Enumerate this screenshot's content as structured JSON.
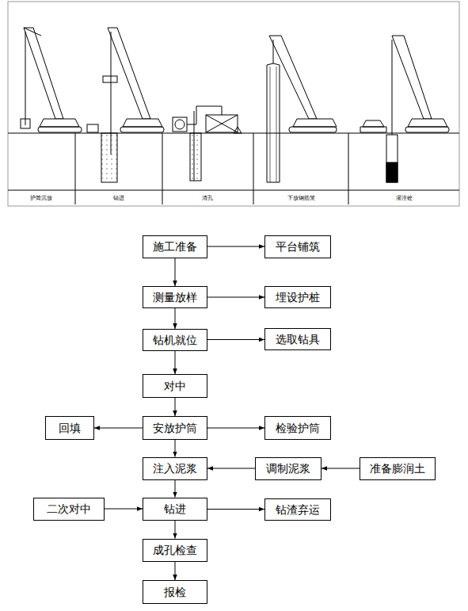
{
  "diagram": {
    "nodes": [
      {
        "text": [
          "施工准备"
        ]
      },
      {
        "text": [
          "平台铺筑"
        ]
      },
      {
        "text": [
          "测量放样"
        ]
      },
      {
        "text": [
          "埋设护桩"
        ]
      },
      {
        "text": [
          "钻机就位"
        ]
      },
      {
        "text": [
          "选取钻具"
        ]
      },
      {
        "text": [
          "对中"
        ]
      },
      {
        "text": [
          "回填"
        ]
      },
      {
        "text": [
          "安放护筒"
        ]
      },
      {
        "text": [
          "检验护筒"
        ]
      },
      {
        "text": [
          "注入泥浆"
        ]
      },
      {
        "text": [
          "调制泥浆"
        ]
      },
      {
        "text": [
          "准备膨润土"
        ]
      },
      {
        "text": [
          "二次对中"
        ]
      },
      {
        "text": [
          "钻进"
        ]
      },
      {
        "text": [
          "钻渣弃运"
        ]
      },
      {
        "text": [
          "成孔检查"
        ]
      },
      {
        "text": [
          "报检"
        ]
      }
    ],
    "edges": [
      {
        "from": 0,
        "to": 1,
        "arrow": "to"
      },
      {
        "from": 0,
        "to": 2,
        "arrow": "to"
      },
      {
        "from": 2,
        "to": 3,
        "arrow": "to"
      },
      {
        "from": 2,
        "to": 4,
        "arrow": "to"
      },
      {
        "from": 4,
        "to": 5,
        "arrow": "to"
      },
      {
        "from": 4,
        "to": 6,
        "arrow": "to"
      },
      {
        "from": 6,
        "to": 8,
        "arrow": "to"
      },
      {
        "from": 8,
        "to": 7,
        "arrow": "to"
      },
      {
        "from": 8,
        "to": 9,
        "arrow": "to"
      },
      {
        "from": 8,
        "to": 10,
        "arrow": "to"
      },
      {
        "from": 12,
        "to": 11,
        "arrow": "to"
      },
      {
        "from": 11,
        "to": 10,
        "arrow": "to"
      },
      {
        "from": 10,
        "to": 14,
        "arrow": "to"
      },
      {
        "from": 13,
        "to": 14,
        "arrow": "to"
      },
      {
        "from": 14,
        "to": 15,
        "arrow": "to"
      },
      {
        "from": 14,
        "to": 16,
        "arrow": "to"
      },
      {
        "from": 16,
        "to": 17,
        "arrow": "to"
      }
    ],
    "labels": [
      "护筒沉放",
      "钻进",
      "清孔",
      "下放钢筋笼",
      "灌注砼"
    ]
  }
}
